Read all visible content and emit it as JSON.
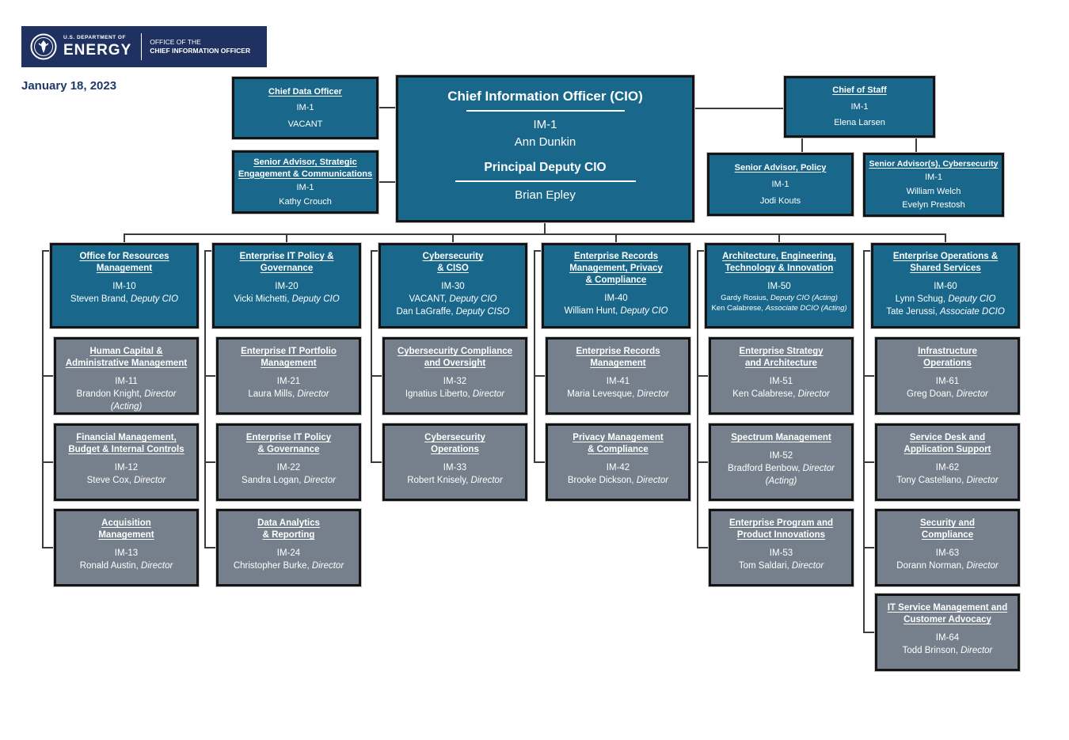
{
  "header": {
    "dept_prefix": "U.S. DEPARTMENT OF",
    "dept_name": "ENERGY",
    "office_line1": "OFFICE OF THE",
    "office_line2": "CHIEF INFORMATION OFFICER",
    "date": "January 18, 2023"
  },
  "colors": {
    "teal": "#19688c",
    "gray": "#75808c",
    "navy": "#1e3160",
    "date_text": "#1f3968",
    "line": "#3b3b3b"
  },
  "top": {
    "cio": {
      "title": "Chief Information Officer (CIO)",
      "org": "IM-1",
      "name": "Ann Dunkin",
      "deputy_title": "Principal Deputy CIO",
      "deputy_name": "Brian Epley"
    },
    "cdo": {
      "title": "Chief Data Officer",
      "lines": [
        "IM-1",
        "VACANT"
      ]
    },
    "sr_strategic": {
      "title": "Senior Advisor, Strategic\nEngagement & Communications",
      "lines": [
        "IM-1",
        "Kathy Crouch"
      ]
    },
    "chief_of_staff": {
      "title": "Chief of Staff",
      "lines": [
        "IM-1",
        "Elena Larsen"
      ]
    },
    "sr_policy": {
      "title": "Senior Advisor, Policy",
      "lines": [
        "IM-1",
        "Jodi Kouts"
      ]
    },
    "sr_cyber": {
      "title": "Senior Advisor(s), Cybersecurity",
      "lines": [
        "IM-1",
        "William Welch",
        "Evelyn Prestosh"
      ]
    }
  },
  "columns": [
    {
      "id": "im-10",
      "header": {
        "title": "Office for Resources\nManagement",
        "org": "IM-10",
        "lines": [
          {
            "plain": "Steven Brand,  ",
            "italic": "Deputy CIO"
          }
        ]
      },
      "children": [
        {
          "title": "Human Capital &\nAdministrative Management",
          "org": "IM-11",
          "lines": [
            {
              "plain": "Brandon Knight, ",
              "italic": "Director"
            },
            {
              "italic": "(Acting)"
            }
          ]
        },
        {
          "title": "Financial Management,\nBudget & Internal Controls",
          "org": "IM-12",
          "lines": [
            {
              "plain": "Steve Cox, ",
              "italic": "Director"
            }
          ]
        },
        {
          "title": "Acquisition\nManagement",
          "org": "IM-13",
          "lines": [
            {
              "plain": "Ronald Austin, ",
              "italic": "Director"
            }
          ]
        }
      ]
    },
    {
      "id": "im-20",
      "header": {
        "title": "Enterprise IT Policy &\nGovernance",
        "org": "IM-20",
        "lines": [
          {
            "plain": "Vicki Michetti, ",
            "italic": "Deputy CIO"
          }
        ]
      },
      "children": [
        {
          "title": "Enterprise IT Portfolio\nManagement",
          "org": "IM-21",
          "lines": [
            {
              "plain": "Laura Mills, ",
              "italic": "Director"
            }
          ]
        },
        {
          "title": "Enterprise IT Policy\n& Governance",
          "org": "IM-22",
          "lines": [
            {
              "plain": "Sandra Logan, ",
              "italic": "Director"
            }
          ]
        },
        {
          "title": "Data Analytics\n& Reporting",
          "org": "IM-24",
          "lines": [
            {
              "plain": "Christopher Burke, ",
              "italic": "Director"
            }
          ]
        }
      ]
    },
    {
      "id": "im-30",
      "header": {
        "title": "Cybersecurity\n& CISO",
        "org": "IM-30",
        "lines": [
          {
            "plain": "VACANT, ",
            "italic": "Deputy CIO"
          },
          {
            "plain": "Dan LaGraffe, ",
            "italic": "Deputy CISO"
          }
        ]
      },
      "children": [
        {
          "title": "Cybersecurity Compliance\nand Oversight",
          "org": "IM-32",
          "lines": [
            {
              "plain": "Ignatius Liberto, ",
              "italic": "Director"
            }
          ]
        },
        {
          "title": "Cybersecurity\nOperations",
          "org": "IM-33",
          "lines": [
            {
              "plain": "Robert Knisely, ",
              "italic": "Director"
            }
          ]
        }
      ]
    },
    {
      "id": "im-40",
      "header": {
        "title": "Enterprise Records\nManagement, Privacy\n& Compliance",
        "org": "IM-40",
        "lines": [
          {
            "plain": "William Hunt, ",
            "italic": "Deputy CIO"
          }
        ]
      },
      "children": [
        {
          "title": "Enterprise Records\nManagement",
          "org": "IM-41",
          "lines": [
            {
              "plain": "Maria Levesque, ",
              "italic": "Director"
            }
          ]
        },
        {
          "title": "Privacy Management\n& Compliance",
          "org": "IM-42",
          "lines": [
            {
              "plain": "Brooke Dickson, ",
              "italic": "Director"
            }
          ]
        }
      ]
    },
    {
      "id": "im-50",
      "header": {
        "title": "Architecture, Engineering,\nTechnology & Innovation",
        "org": "IM-50",
        "small_lines": true,
        "lines": [
          {
            "plain": "Gardy Rosius, ",
            "italic": "Deputy CIO (Acting)"
          },
          {
            "plain": "Ken Calabrese, ",
            "italic": "Associate DCIO (Acting)"
          }
        ]
      },
      "children": [
        {
          "title": "Enterprise Strategy\nand Architecture",
          "org": "IM-51",
          "lines": [
            {
              "plain": "Ken Calabrese, ",
              "italic": "Director"
            }
          ]
        },
        {
          "title": "Spectrum Management",
          "org": "IM-52",
          "lines": [
            {
              "plain": "Bradford Benbow, ",
              "italic": "Director"
            },
            {
              "italic": "(Acting)"
            }
          ]
        },
        {
          "title": "Enterprise Program and\nProduct Innovations",
          "org": "IM-53",
          "lines": [
            {
              "plain": "Tom Saldari, ",
              "italic": "Director"
            }
          ]
        }
      ]
    },
    {
      "id": "im-60",
      "header": {
        "title": "Enterprise Operations &\nShared Services",
        "org": "IM-60",
        "lines": [
          {
            "plain": "Lynn Schug, ",
            "italic": "Deputy CIO"
          },
          {
            "plain": "Tate Jerussi, ",
            "italic": "Associate DCIO"
          }
        ]
      },
      "children": [
        {
          "title": "Infrastructure\nOperations",
          "org": "IM-61",
          "lines": [
            {
              "plain": "Greg Doan, ",
              "italic": "Director"
            }
          ]
        },
        {
          "title": "Service Desk and\nApplication Support",
          "org": "IM-62",
          "lines": [
            {
              "plain": "Tony Castellano, ",
              "italic": "Director"
            }
          ]
        },
        {
          "title": "Security and\nCompliance",
          "org": "IM-63",
          "lines": [
            {
              "plain": "Dorann Norman, ",
              "italic": "Director"
            }
          ]
        },
        {
          "title": "IT Service Management and\nCustomer Advocacy",
          "org": "IM-64",
          "lines": [
            {
              "plain": "Todd Brinson, ",
              "italic": "Director"
            }
          ]
        }
      ]
    }
  ]
}
